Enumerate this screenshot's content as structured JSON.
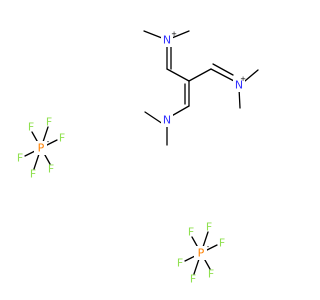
{
  "molecule": {
    "cation_atoms": [
      {
        "id": "n1",
        "element": "N",
        "charge": "+",
        "color": "#3333ff"
      },
      {
        "id": "n2",
        "element": "N",
        "charge": "+",
        "color": "#3333ff"
      },
      {
        "id": "n3",
        "element": "N",
        "charge": "",
        "color": "#3333ff"
      }
    ],
    "anion_left": {
      "center": {
        "element": "P",
        "charge": "-",
        "color": "#ff8000"
      },
      "ligands": [
        "F",
        "F",
        "F",
        "F",
        "F",
        "F"
      ],
      "ligand_color": "#90e050"
    },
    "anion_right": {
      "center": {
        "element": "P",
        "charge": "-",
        "color": "#ff8000"
      },
      "ligands": [
        "F",
        "F",
        "F",
        "F",
        "F",
        "F"
      ],
      "ligand_color": "#90e050"
    }
  }
}
